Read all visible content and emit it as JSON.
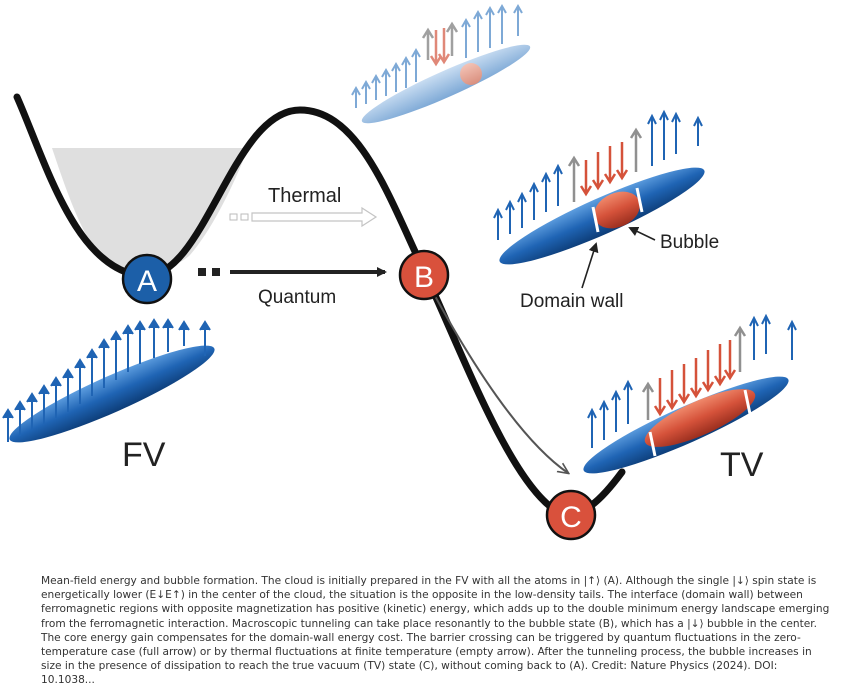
{
  "figure": {
    "labels": {
      "thermal": "Thermal",
      "quantum": "Quantum",
      "bubble": "Bubble",
      "domain_wall": "Domain wall",
      "fv": "FV",
      "tv": "TV"
    },
    "states": {
      "a": "A",
      "b": "B",
      "c": "C"
    },
    "colors": {
      "blue_state": "#1c5fa8",
      "red_state": "#d9513c",
      "cloud_blue": "#1f64b4",
      "bubble_red": "#d5523a",
      "arrow_gray": "#8a8a8a"
    }
  },
  "caption": {
    "text": "Mean-field energy and bubble formation. The cloud is initially prepared in the FV with all the atoms in |↑⟩ (A). Although the single |↓⟩ spin state is energetically lower (E↓E↑) in the center of the cloud, the situation is the opposite in the low-density tails. The interface (domain wall) between ferromagnetic regions with opposite magnetization has positive (kinetic) energy, which adds up to the double minimum energy landscape emerging from the ferromagnetic interaction. Macroscopic tunneling can take place resonantly to the bubble state (B), which has a |↓⟩ bubble in the center. The core energy gain compensates for the domain-wall energy cost. The barrier crossing can be triggered by quantum fluctuations in the zero-temperature case (full arrow) or by thermal fluctuations at finite temperature (empty arrow). After the tunneling process, the bubble increases in size in the presence of dissipation to reach the true vacuum (TV) state (C), without coming back to (A). Credit: Nature Physics (2024). DOI: 10.1038..."
  }
}
